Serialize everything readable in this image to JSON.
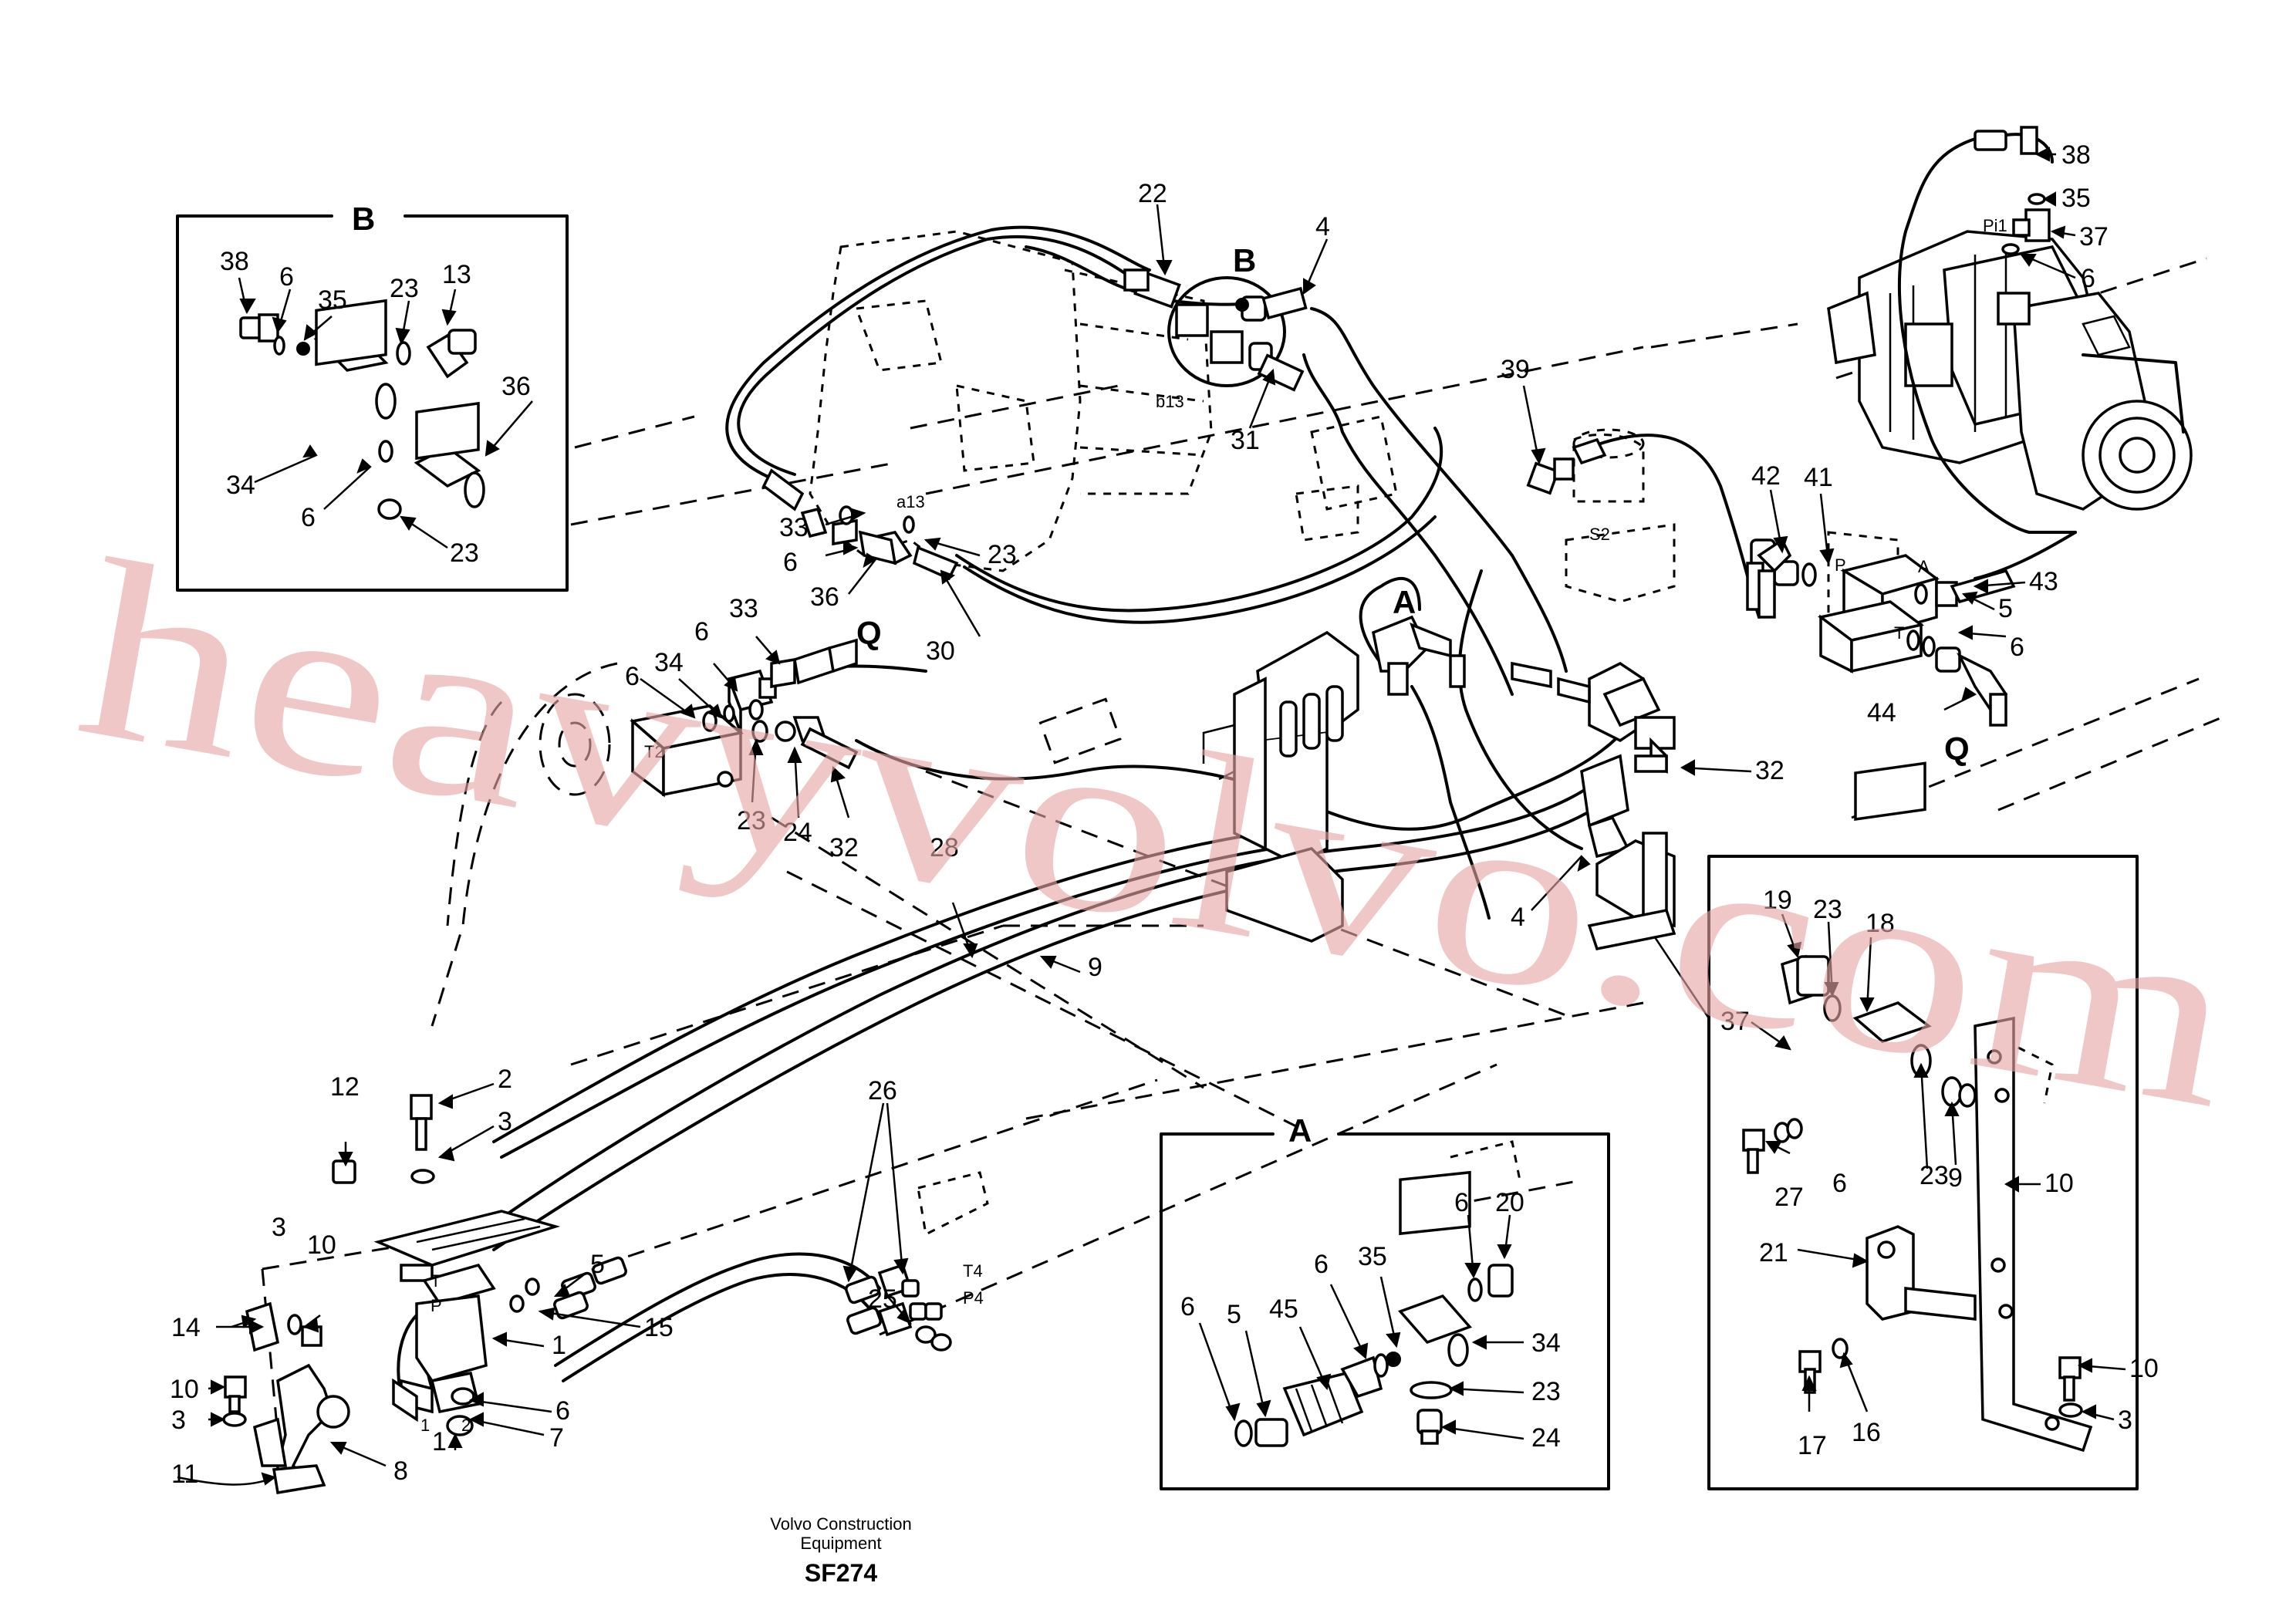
{
  "views": {
    "B": "B",
    "A": "A",
    "Q": "Q"
  },
  "callouts": {
    "c1": "1",
    "c2": "2",
    "c3": "3",
    "c4": "4",
    "c5": "5",
    "c6": "6",
    "c7": "7",
    "c8": "8",
    "c9": "9",
    "c10": "10",
    "c11": "11",
    "c12": "12",
    "c13": "13",
    "c14": "14",
    "c15": "15",
    "c16": "16",
    "c17": "17",
    "c18": "18",
    "c19": "19",
    "c20": "20",
    "c21": "21",
    "c22": "22",
    "c23": "23",
    "c24": "24",
    "c25": "25",
    "c26": "26",
    "c27": "27",
    "c28": "28",
    "c30": "30",
    "c31": "31",
    "c32": "32",
    "c33": "33",
    "c34": "34",
    "c35": "35",
    "c36": "36",
    "c37": "37",
    "c38": "38",
    "c39": "39",
    "c41": "41",
    "c42": "42",
    "c43": "43",
    "c44": "44",
    "c45": "45"
  },
  "port_labels": {
    "T": "T",
    "P": "P",
    "A": "A",
    "T2": "T2",
    "T4": "T4",
    "P4": "P4",
    "S2": "S2",
    "a13": "a13",
    "b13": "b13",
    "Pi1": "Pi1"
  },
  "footer": {
    "line1": "Volvo Construction",
    "line2": "Equipment",
    "code": "SF274"
  },
  "watermark": "heavyvolvo.com"
}
